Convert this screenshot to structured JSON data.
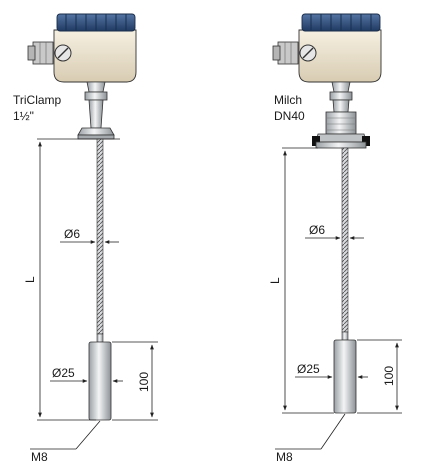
{
  "instruments": [
    {
      "connection_line1": "TriClamp",
      "connection_line2": "1½\"",
      "length_label": "L",
      "cable_diameter": "Ø6",
      "weight_diameter": "Ø25",
      "weight_length": "100",
      "thread_label": "M8"
    },
    {
      "connection_line1": "Milch",
      "connection_line2": "DN40",
      "length_label": "L",
      "cable_diameter": "Ø6",
      "weight_diameter": "Ø25",
      "weight_length": "100",
      "thread_label": "M8"
    }
  ],
  "colors": {
    "cap": "#2e4f7e",
    "housing": "#efe6d2",
    "gland": "#c8c8c8",
    "metal": "#cfd3d6",
    "line": "#222222"
  }
}
